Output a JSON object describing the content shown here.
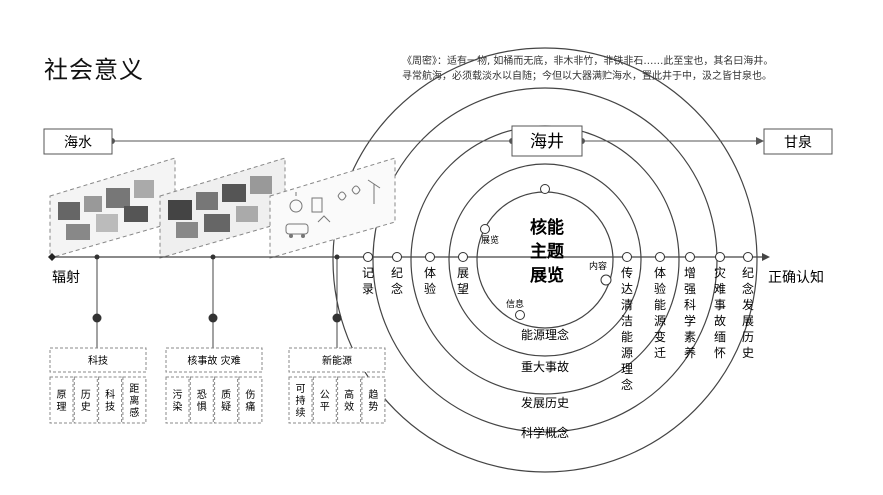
{
  "title": "社会意义",
  "quote": {
    "line1": "《周密》：适有一物, 如桶而无底，非木非竹，非铁非石……此至宝也，其名曰海井。",
    "line2": "寻常航海，必须载淡水以自随；今但以大器满贮海水，置此井于中，汲之皆甘泉也。"
  },
  "flow": {
    "left": "海水",
    "center": "海井",
    "right": "甘泉"
  },
  "core": [
    "核能",
    "主题",
    "展览"
  ],
  "inner_labels": {
    "display": "展览",
    "content": "内容",
    "info": "信息"
  },
  "rings": [
    "能源理念",
    "重大事故",
    "发展历史",
    "科学概念"
  ],
  "axis": {
    "start": "辐射",
    "end": "正确认知"
  },
  "milestones": [
    "记录",
    "纪念",
    "体验",
    "展望",
    "传达清洁能源理念",
    "体验能源变迁",
    "增强科学素养",
    "灾难事故缅怀",
    "纪念发展历史"
  ],
  "groups": [
    {
      "title": "科技",
      "items": [
        "原理",
        "历史",
        "科技",
        "距离感"
      ]
    },
    {
      "title": "核事故 灾难",
      "items": [
        "污染",
        "恐惧",
        "质疑",
        "伤痛"
      ]
    },
    {
      "title": "新能源",
      "items": [
        "可持续",
        "公平",
        "高效",
        "趋势"
      ]
    }
  ],
  "colors": {
    "line": "#444444",
    "box_border": "#555555",
    "dot": "#333333",
    "dashed": "#888888"
  }
}
